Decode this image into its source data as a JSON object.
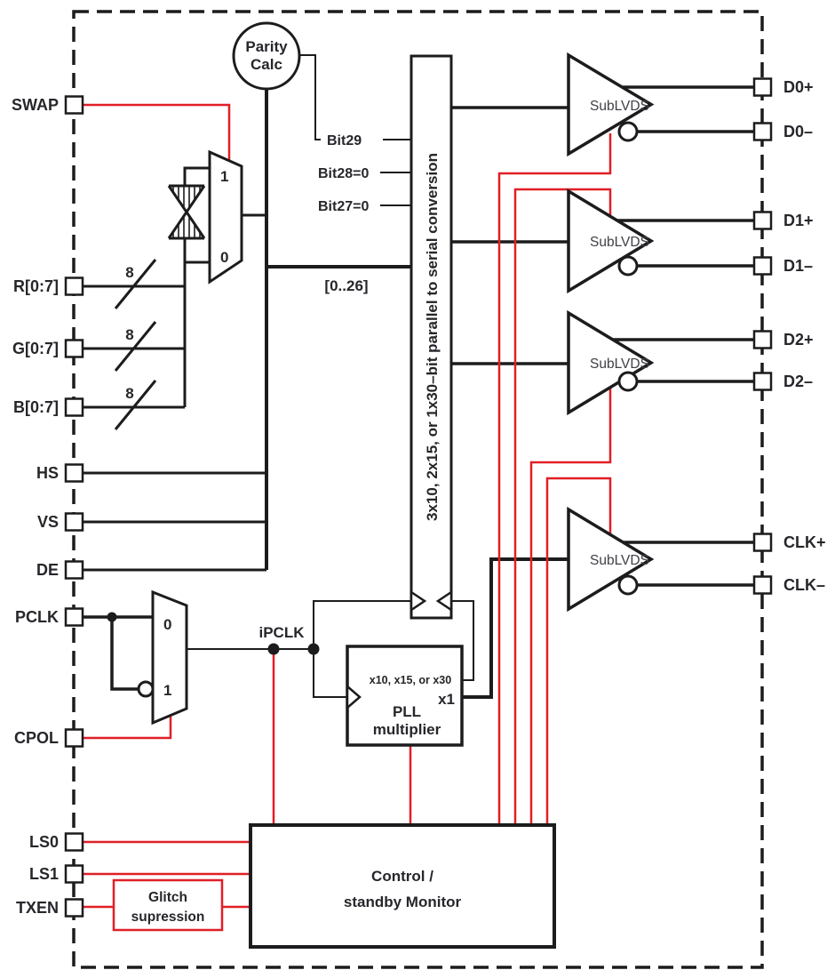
{
  "diagram": {
    "type": "block-diagram",
    "description": "SubLVDS transmitter serializer block diagram",
    "colors": {
      "line_black": "#1c1c1e",
      "accent_red": "#e11f26",
      "text": "#26262b",
      "sublvds_gray": "#3f3f46"
    },
    "left_ports": [
      {
        "label": "SWAP"
      },
      {
        "label": "R[0:7]"
      },
      {
        "label": "G[0:7]"
      },
      {
        "label": "B[0:7]"
      },
      {
        "label": "HS"
      },
      {
        "label": "VS"
      },
      {
        "label": "DE"
      },
      {
        "label": "PCLK"
      },
      {
        "label": "CPOL"
      },
      {
        "label": "LS0"
      },
      {
        "label": "LS1"
      },
      {
        "label": "TXEN"
      }
    ],
    "right_ports": [
      {
        "label": "D0+"
      },
      {
        "label": "D0–"
      },
      {
        "label": "D1+"
      },
      {
        "label": "D1–"
      },
      {
        "label": "D2+"
      },
      {
        "label": "D2–"
      },
      {
        "label": "CLK+"
      },
      {
        "label": "CLK–"
      }
    ],
    "blocks": {
      "parity": {
        "line1": "Parity",
        "line2": "Calc"
      },
      "serializer": {
        "label": "3x10, 2x15, or 1x30–bit parallel to serial conversion"
      },
      "pll": {
        "range": "x10, x15, or x30",
        "line1": "PLL",
        "line2": "multiplier",
        "out": "x1"
      },
      "control": {
        "line1": "Control /",
        "line2": "standby Monitor"
      },
      "glitch": {
        "line1": "Glitch",
        "line2": "supression"
      }
    },
    "labels": {
      "bit29": "Bit29",
      "bit28": "Bit28=0",
      "bit27": "Bit27=0",
      "bus026": "[0..26]",
      "ipclk": "iPCLK",
      "bus_width": "8",
      "sublvds": "SubLVDS",
      "mux_swap_top": "1",
      "mux_swap_bottom": "0",
      "mux_pclk_top": "0",
      "mux_pclk_bottom": "1"
    }
  }
}
